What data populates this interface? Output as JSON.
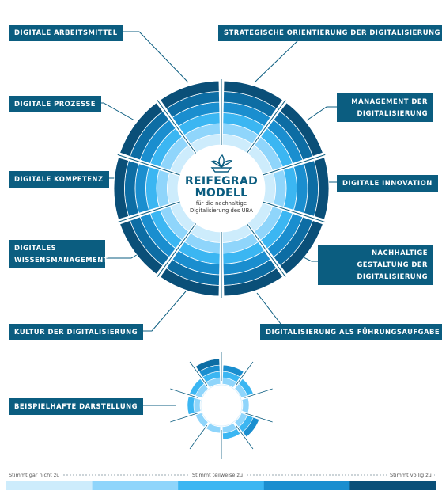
{
  "diagram": {
    "center": {
      "title": "REIFEGRAD MODELL",
      "subtitle": "für die nachhaltige Digitalisierung des UBA",
      "icon": "hand-with-leaves-icon"
    },
    "ring_colors": [
      "#cdecfc",
      "#8fd5fb",
      "#3bb6f2",
      "#1a8ecf",
      "#0d6da4",
      "#0a4f78"
    ],
    "label_color": "#0b5d80",
    "dimensions": [
      {
        "id": "strategische-orientierung",
        "label": "STRATEGISCHE ORIENTIERUNG DER DIGITALISIERUNG"
      },
      {
        "id": "management",
        "label": "MANAGEMENT DER DIGITALISIERUNG"
      },
      {
        "id": "innovation",
        "label": "DIGITALE INNOVATION"
      },
      {
        "id": "nachhaltige-gestaltung",
        "label": "NACHHALTIGE GESTALTUNG DER DIGITALISIERUNG"
      },
      {
        "id": "fuehrungsaufgabe",
        "label": "DIGITALISIERUNG ALS FÜHRUNGSAUFGABE"
      },
      {
        "id": "kultur",
        "label": "KULTUR DER DIGITALISIERUNG"
      },
      {
        "id": "wissensmanagement",
        "label": "DIGITALES WISSENSMANAGEMENT"
      },
      {
        "id": "kompetenz",
        "label": "DIGITALE KOMPETENZ"
      },
      {
        "id": "prozesse",
        "label": "DIGITALE PROZESSE"
      },
      {
        "id": "arbeitsmittel",
        "label": "DIGITALE ARBEITSMITTEL"
      }
    ],
    "example": {
      "label": "BEISPIELHAFTE DARSTELLUNG",
      "levels": [
        3,
        2,
        1,
        3,
        2,
        1,
        1,
        2,
        2,
        4
      ]
    },
    "scale": {
      "left": "Stimmt gar nicht zu",
      "middle": "Stimmt teilweise zu",
      "right": "Stimmt völlig zu"
    }
  }
}
